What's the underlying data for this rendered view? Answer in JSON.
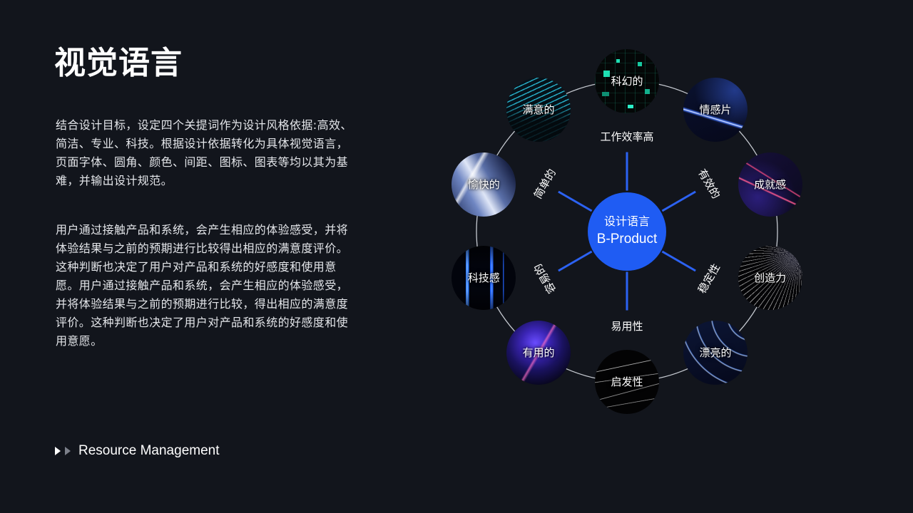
{
  "colors": {
    "background": "#12151c",
    "text": "#ffffff",
    "body_text": "#e4e6ea",
    "accent": "#1f5cf3",
    "spoke": "#2c62f2",
    "ring": "#c5c9d0",
    "footer_icon_dim": "#7c808a"
  },
  "slide": {
    "title": "视觉语言",
    "paragraph1": [
      "结合设计目标，设定四个关提词作为设计风格依据:高效、",
      "简洁、专业、科技。根据设计依据转化为具体视觉语言，",
      "页面字体、圆角、颜色、间距、图标、图表等均以其为基",
      "难，并输出设计规范。"
    ],
    "paragraph2": [
      "用户通过接触产品和系统，会产生相应的体验感受，并将",
      "体验结果与之前的预期进行比较得出相应的满意度评价。",
      "这种判断也决定了用户对产品和系统的好感度和使用意",
      "愿。用户通过接触产品和系统，会产生相应的体验感受，",
      "并将体验结果与之前的预期进行比较，得出相应的满意度",
      "评价。这种判断也决定了用户对产品和系统的好感度和使",
      "用意愿。"
    ],
    "footer": {
      "icons": [
        "play-icon",
        "play-icon"
      ],
      "label": "Resource Management"
    }
  },
  "diagram": {
    "center": {
      "line1": "设计语言",
      "line2": "B-Product"
    },
    "spoke_labels": [
      "工作效率高",
      "有效的",
      "稳定性",
      "易用性",
      "容易的",
      "简单的"
    ],
    "nodes": [
      "科幻的",
      "情感片",
      "成就感",
      "创造力",
      "漂亮的",
      "启发性",
      "有用的",
      "科技感",
      "愉快的",
      "满意的"
    ]
  }
}
